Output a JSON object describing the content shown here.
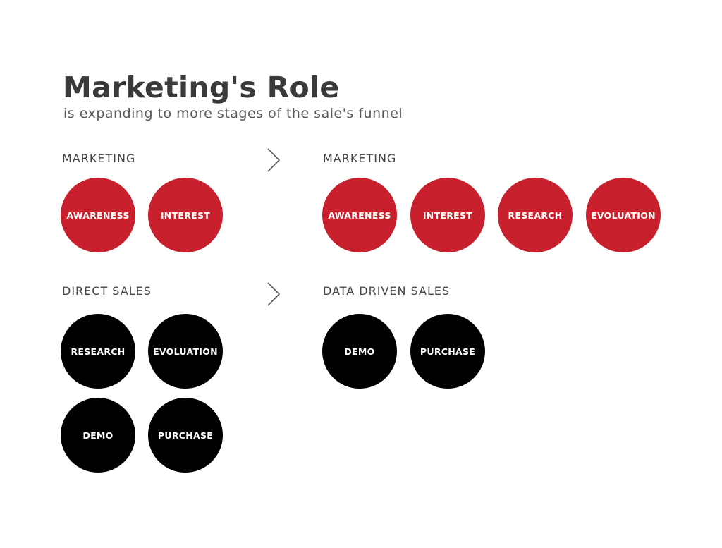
{
  "title": "Marketing's Role",
  "subtitle": "is expanding to more stages of the sale's funnel",
  "colors": {
    "red": "#c8202c",
    "black": "#000000",
    "text": "#3a3a3a"
  },
  "icons": {
    "arrow": "chevron-right-icon"
  },
  "before": {
    "marketing": {
      "label": "MARKETING",
      "stages": [
        "AWARENESS",
        "INTEREST"
      ]
    },
    "sales": {
      "label": "DIRECT SALES",
      "stages": [
        "RESEARCH",
        "EVOLUATION",
        "DEMO",
        "PURCHASE"
      ]
    }
  },
  "after": {
    "marketing": {
      "label": "MARKETING",
      "stages": [
        "AWARENESS",
        "INTEREST",
        "RESEARCH",
        "EVOLUATION"
      ]
    },
    "sales": {
      "label": "DATA DRIVEN SALES",
      "stages": [
        "DEMO",
        "PURCHASE"
      ]
    }
  }
}
